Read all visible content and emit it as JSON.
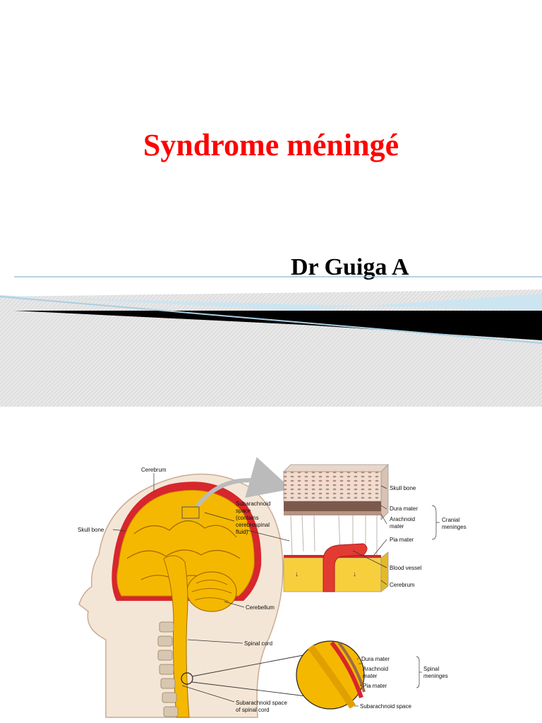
{
  "slide1": {
    "title": "Syndrome méningé",
    "author": "Dr Guiga A"
  },
  "slide2": {
    "labels": {
      "cerebrum": "Cerebrum",
      "skull_bone_left": "Skull bone",
      "subarachnoid_1": "Subarachnoid",
      "subarachnoid_2": "space",
      "subarachnoid_3": "(contains",
      "subarachnoid_4": "cerebrospinal",
      "subarachnoid_5": "fluid)",
      "cerebellum": "Cerebellum",
      "spinal_cord": "Spinal cord",
      "sub_space_spinal_1": "Subarachnoid space",
      "sub_space_spinal_2": "of spinal cord",
      "skull_bone_right": "Skull bone",
      "dura_mater_top": "Dura mater",
      "arachnoid_top_1": "Arachnoid",
      "arachnoid_top_2": "mater",
      "cranial_1": "Cranial",
      "cranial_2": "meninges",
      "pia_mater_top": "Pia mater",
      "blood_vessel": "Blood vessel",
      "cerebrum_right": "Cerebrum",
      "dura_mater_bottom": "Dura mater",
      "arachnoid_bottom_1": "Arachnoid",
      "arachnoid_bottom_2": "mater",
      "spinal_1": "Spinal",
      "spinal_2": "meninges",
      "pia_mater_bottom": "Pia mater",
      "subarachnoid_space": "Subarachnoid space"
    }
  },
  "colors": {
    "title": "#ff0000",
    "brain": "#f5b800",
    "brain_light": "#fbd76a",
    "meninges": "#d7262c",
    "skin": "#f4e6d6",
    "bone": "#c8a27a"
  }
}
